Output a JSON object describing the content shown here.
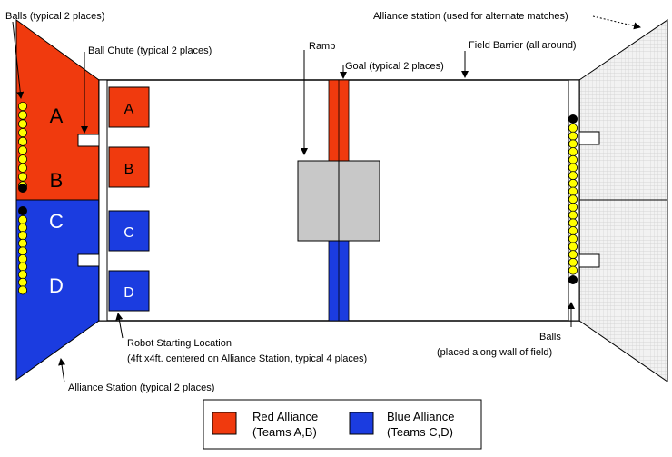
{
  "annotations": {
    "balls_top": "Balls (typical 2 places)",
    "ball_chute": "Ball Chute (typical 2 places)",
    "ramp": "Ramp",
    "goal": "Goal (typical 2 places)",
    "field_barrier": "Field Barrier (all around)",
    "alliance_station_alt": "Alliance station (used for alternate matches)",
    "robot_start_line1": "Robot Starting Location",
    "robot_start_line2": "(4ft.x4ft. centered on Alliance Station, typical 4 places)",
    "balls_right_line1": "Balls",
    "balls_right_line2": "(placed along wall of field)",
    "alliance_station": "Alliance Station (typical 2 places)"
  },
  "zones": {
    "a": "A",
    "b": "B",
    "c": "C",
    "d": "D"
  },
  "legend": {
    "red_line1": "Red Alliance",
    "red_line2": "(Teams A,B)",
    "blue_line1": "Blue Alliance",
    "blue_line2": "(Teams C,D)"
  },
  "colors": {
    "red": "#f03a0e",
    "blue": "#1b3ce0",
    "ball": "#ffff00",
    "ramp": "#c8c8c8",
    "mesh": "#e6e6e6"
  }
}
